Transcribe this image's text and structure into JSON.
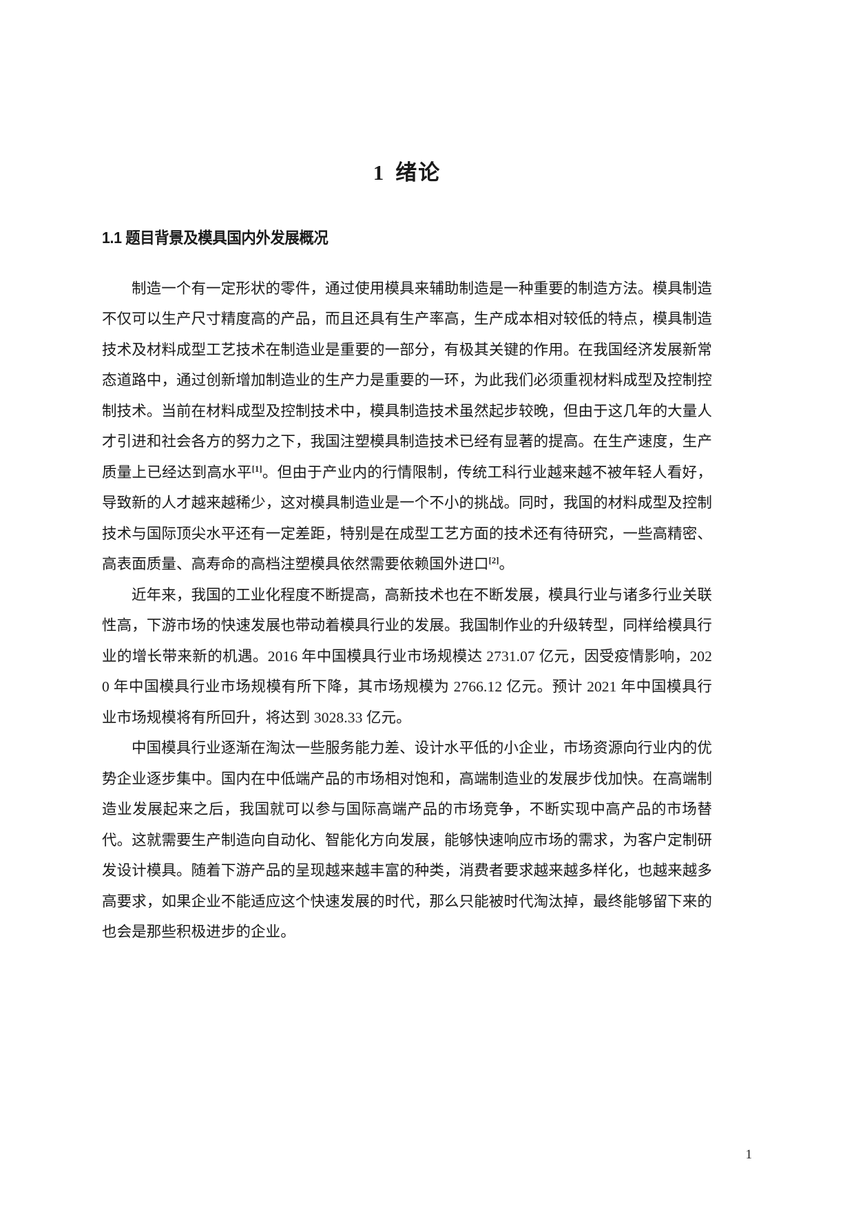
{
  "document": {
    "chapter": {
      "number": "1",
      "name": "绪论"
    },
    "section_heading": "1.1 题目背景及模具国内外发展概况",
    "paragraphs": [
      {
        "id": "p1",
        "segments": [
          {
            "type": "text",
            "value": "制造一个有一定形状的零件，通过使用模具来辅助制造是一种重要的制造方法。模具制造不仅可以生产尺寸精度高的产品，而且还具有生产率高，生产成本相对较低的特点，模具制造技术及材料成型工艺技术在制造业是重要的一部分，有极其关键的作用。在我国经济发展新常态道路中，通过创新增加制造业的生产力是重要的一环，为此我们必须重视材料成型及控制控制技术。当前在材料成型及控制技术中，模具制造技术虽然起步较晚，但由于这几年的大量人才引进和社会各方的努力之下，我国注塑模具制造技术已经有显著的提高。在生产速度，生产质量上已经达到高水平"
          },
          {
            "type": "ref",
            "value": "[1]"
          },
          {
            "type": "text",
            "value": "。但由于产业内的行情限制，传统工科行业越来越不被年轻人看好，导致新的人才越来越稀少，这对模具制造业是一个不小的挑战。同时，我国的材料成型及控制技术与国际顶尖水平还有一定差距，特别是在成型工艺方面的技术还有待研究，一些高精密、高表面质量、高寿命的高档注塑模具依然需要依赖国外进口"
          },
          {
            "type": "ref",
            "value": "[2]"
          },
          {
            "type": "text",
            "value": "。"
          }
        ]
      },
      {
        "id": "p2",
        "segments": [
          {
            "type": "text",
            "value": "近年来，我国的工业化程度不断提高，高新技术也在不断发展，模具行业与诸多行业关联性高，下游市场的快速发展也带动着模具行业的发展。我国制作业的升级转型，同样给模具行业的增长带来新的机遇。2016 年中国模具行业市场规模达 2731.07 亿元，因受疫情影响，2020 年中国模具行业市场规模有所下降，其市场规模为 2766.12 亿元。预计 2021 年中国模具行业市场规模将有所回升，将达到 3028.33 亿元。"
          }
        ]
      },
      {
        "id": "p3",
        "segments": [
          {
            "type": "text",
            "value": "中国模具行业逐渐在淘汰一些服务能力差、设计水平低的小企业，市场资源向行业内的优势企业逐步集中。国内在中低端产品的市场相对饱和，高端制造业的发展步伐加快。在高端制造业发展起来之后，我国就可以参与国际高端产品的市场竞争，不断实现中高产品的市场替代。这就需要生产制造向自动化、智能化方向发展，能够快速响应市场的需求，为客户定制研发设计模具。随着下游产品的呈现越来越丰富的种类，消费者要求越来越多样化，也越来越多高要求，如果企业不能适应这个快速发展的时代，那么只能被时代淘汰掉，最终能够留下来的也会是那些积极进步的企业。"
          }
        ]
      }
    ],
    "page_number": "1"
  },
  "colors": {
    "page_background": "#ffffff",
    "text": "#1a1a1a"
  }
}
